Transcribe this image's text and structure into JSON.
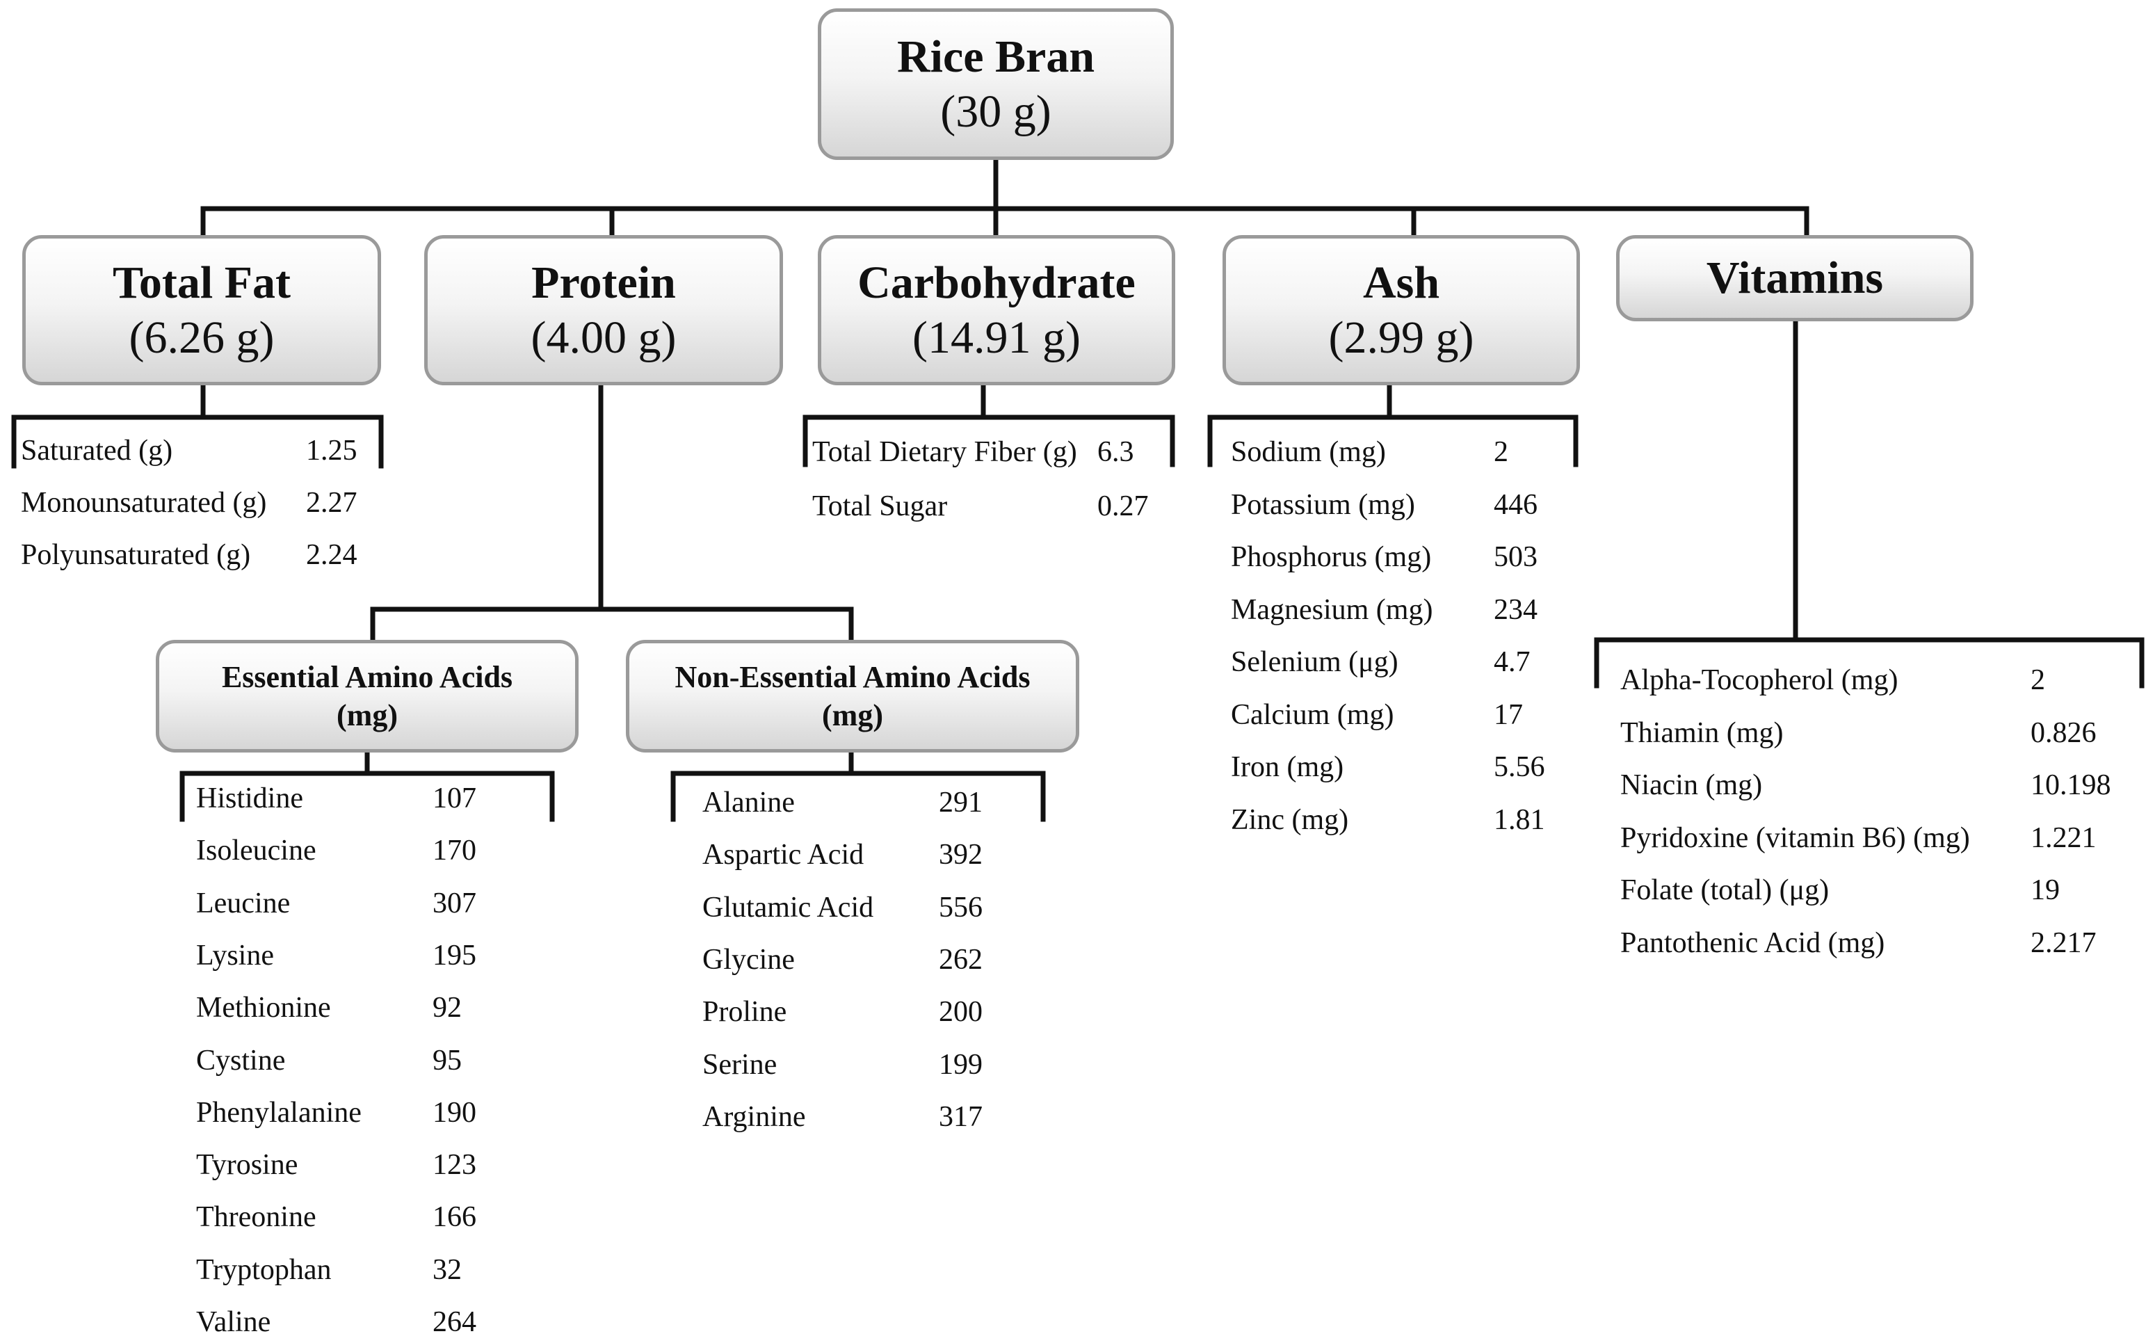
{
  "root": {
    "title": "Rice Bran",
    "amount": "(30 g)"
  },
  "categories": {
    "fat": {
      "title": "Total Fat",
      "amount": "(6.26 g)",
      "items": [
        {
          "label": "Saturated (g)",
          "value": "1.25"
        },
        {
          "label": "Monounsaturated (g)",
          "value": "2.27"
        },
        {
          "label": "Polyunsaturated (g)",
          "value": "2.24"
        }
      ]
    },
    "protein": {
      "title": "Protein",
      "amount": "(4.00 g)",
      "essential": {
        "title": "Essential Amino Acids",
        "unit": "(mg)",
        "items": [
          {
            "label": "Histidine",
            "value": "107"
          },
          {
            "label": "Isoleucine",
            "value": "170"
          },
          {
            "label": "Leucine",
            "value": "307"
          },
          {
            "label": "Lysine",
            "value": "195"
          },
          {
            "label": "Methionine",
            "value": "92"
          },
          {
            "label": "Cystine",
            "value": "95"
          },
          {
            "label": "Phenylalanine",
            "value": "190"
          },
          {
            "label": "Tyrosine",
            "value": "123"
          },
          {
            "label": "Threonine",
            "value": "166"
          },
          {
            "label": "Tryptophan",
            "value": "32"
          },
          {
            "label": "Valine",
            "value": "264"
          }
        ]
      },
      "nonessential": {
        "title": "Non-Essential Amino Acids",
        "unit": "(mg)",
        "items": [
          {
            "label": "Alanine",
            "value": "291"
          },
          {
            "label": "Aspartic Acid",
            "value": "392"
          },
          {
            "label": "Glutamic Acid",
            "value": "556"
          },
          {
            "label": "Glycine",
            "value": "262"
          },
          {
            "label": "Proline",
            "value": "200"
          },
          {
            "label": "Serine",
            "value": "199"
          },
          {
            "label": "Arginine",
            "value": "317"
          }
        ]
      }
    },
    "carbohydrate": {
      "title": "Carbohydrate",
      "amount": "(14.91 g)",
      "items": [
        {
          "label": "Total Dietary Fiber (g)",
          "value": "6.3"
        },
        {
          "label": "Total Sugar",
          "value": "0.27"
        }
      ]
    },
    "ash": {
      "title": "Ash",
      "amount": "(2.99 g)",
      "items": [
        {
          "label": "Sodium (mg)",
          "value": "2"
        },
        {
          "label": "Potassium (mg)",
          "value": "446"
        },
        {
          "label": "Phosphorus (mg)",
          "value": "503"
        },
        {
          "label": "Magnesium (mg)",
          "value": "234"
        },
        {
          "label": "Selenium  (μg)",
          "value": "4.7"
        },
        {
          "label": "Calcium (mg)",
          "value": "17"
        },
        {
          "label": "Iron (mg)",
          "value": "5.56"
        },
        {
          "label": "Zinc (mg)",
          "value": "1.81"
        }
      ]
    },
    "vitamins": {
      "title": "Vitamins",
      "items": [
        {
          "label": "Alpha-Tocopherol (mg)",
          "value": "2"
        },
        {
          "label": "Thiamin (mg)",
          "value": "0.826"
        },
        {
          "label": "Niacin (mg)",
          "value": "10.198"
        },
        {
          "label": "Pyridoxine (vitamin B6) (mg)",
          "value": "1.221"
        },
        {
          "label": "Folate (total) (μg)",
          "value": "19"
        },
        {
          "label": "Pantothenic Acid (mg)",
          "value": "2.217"
        }
      ]
    }
  }
}
